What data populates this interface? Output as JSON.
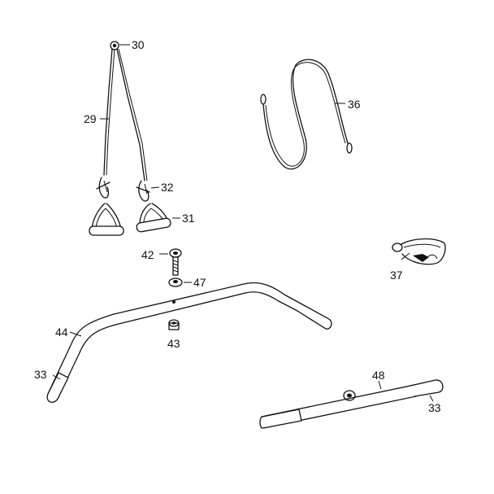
{
  "diagram": {
    "callouts": [
      {
        "id": "label-30",
        "text": "30"
      },
      {
        "id": "label-29",
        "text": "29"
      },
      {
        "id": "label-32",
        "text": "32"
      },
      {
        "id": "label-31",
        "text": "31"
      },
      {
        "id": "label-36",
        "text": "36"
      },
      {
        "id": "label-42",
        "text": "42"
      },
      {
        "id": "label-47",
        "text": "47"
      },
      {
        "id": "label-43",
        "text": "43"
      },
      {
        "id": "label-44",
        "text": "44"
      },
      {
        "id": "label-33a",
        "text": "33"
      },
      {
        "id": "label-37",
        "text": "37"
      },
      {
        "id": "label-48",
        "text": "48"
      },
      {
        "id": "label-33b",
        "text": "33"
      }
    ]
  }
}
